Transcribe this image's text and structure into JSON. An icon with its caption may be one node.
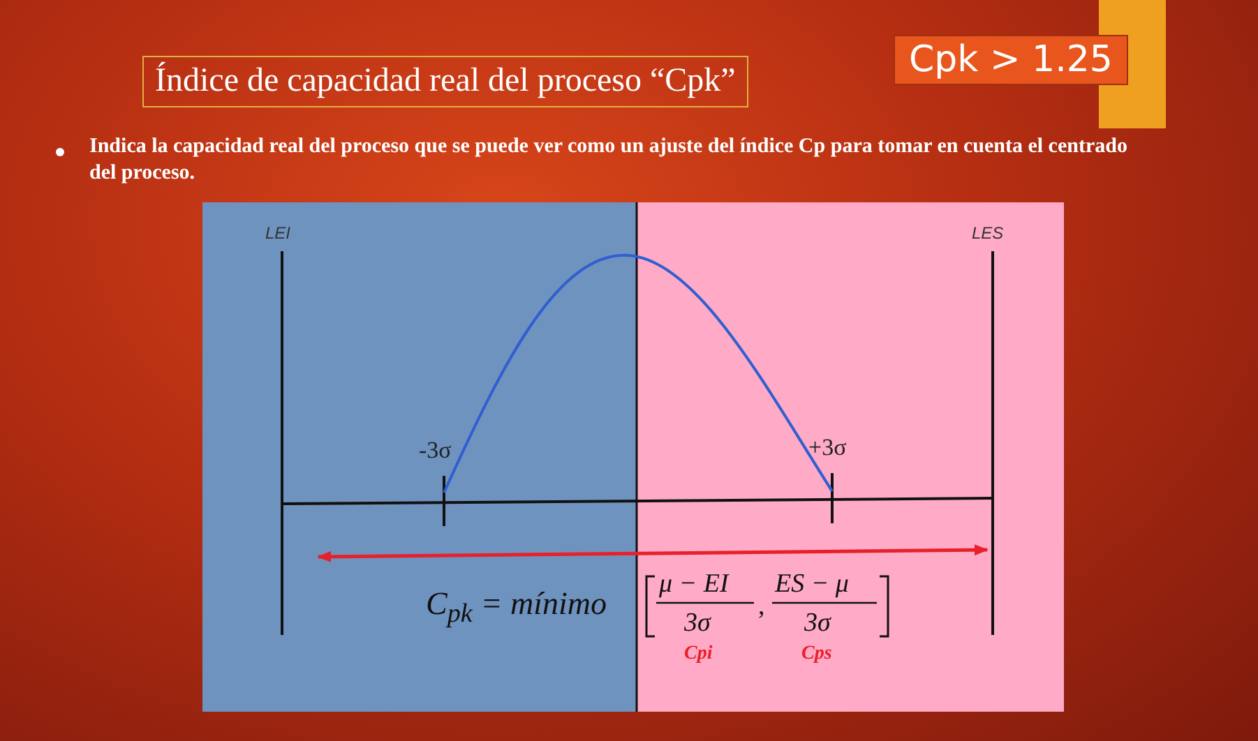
{
  "diagram": {
    "title": "Índice de capacidad real del proceso “Cpk”",
    "labels": [
      "Cpk > 1.25",
      "Indica la capacidad real del proceso que se puede ver como un ajuste del índice Cp para tomar en cuenta el centrado del proceso.",
      "LEI",
      "LES",
      "-3σ",
      "+3σ",
      "C$_{pk}$ = mínimo",
      "μ − EI",
      "3σ",
      ",",
      "ES − μ",
      "3σ",
      "Cpi",
      "Cps"
    ]
  }
}
